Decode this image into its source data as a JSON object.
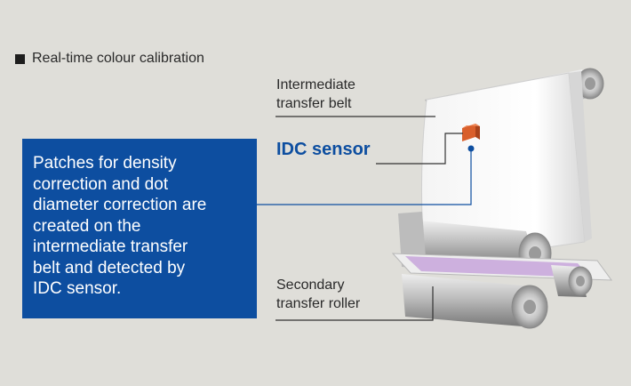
{
  "heading": "Real-time colour calibration",
  "labels": {
    "belt": [
      "Intermediate",
      "transfer belt"
    ],
    "sensor": "IDC sensor",
    "roller": [
      "Secondary",
      "transfer roller"
    ]
  },
  "callout": {
    "lines": [
      "Patches for density",
      "correction and dot",
      "diameter correction are",
      "created on the",
      "intermediate transfer",
      "belt and detected by",
      "IDC sensor."
    ]
  },
  "colors": {
    "background": "#dfded9",
    "callout": "#0d4ea0",
    "sensor": "#d95f2b",
    "patch": "#c9a8dc"
  }
}
